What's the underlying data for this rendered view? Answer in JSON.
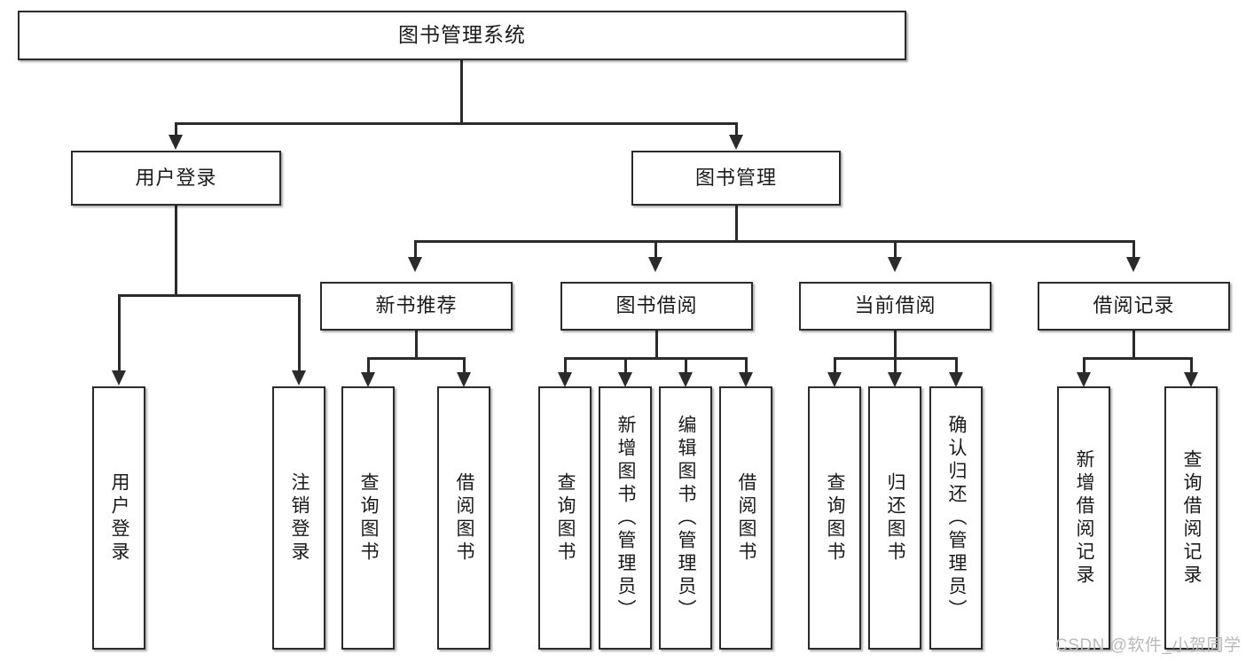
{
  "diagram": {
    "title": "图书管理系统",
    "type": "tree",
    "watermark": "CSDN @软件_小贺同学"
  },
  "root": {
    "label": "图书管理系统"
  },
  "level1": [
    {
      "label": "用户登录"
    },
    {
      "label": "图书管理"
    }
  ],
  "level2": [
    {
      "label": "新书推荐"
    },
    {
      "label": "图书借阅"
    },
    {
      "label": "当前借阅"
    },
    {
      "label": "借阅记录"
    }
  ],
  "leaves": {
    "user_login": [
      {
        "label": "用户登录"
      },
      {
        "label": "注销登录"
      }
    ],
    "new_book": [
      {
        "label": "查询图书"
      },
      {
        "label": "借阅图书"
      }
    ],
    "book_borrow": [
      {
        "label": "查询图书"
      },
      {
        "label": "新增图书（管理员）"
      },
      {
        "label": "编辑图书（管理员）"
      },
      {
        "label": "借阅图书"
      }
    ],
    "current_borrow": [
      {
        "label": "查询图书"
      },
      {
        "label": "归还图书"
      },
      {
        "label": "确认归还（管理员）"
      }
    ],
    "borrow_record": [
      {
        "label": "新增借阅记录"
      },
      {
        "label": "查询借阅记录"
      }
    ]
  },
  "colors": {
    "stroke": "#2b2b2b",
    "fill": "#ffffff",
    "watermark": "#b9b9b9"
  }
}
